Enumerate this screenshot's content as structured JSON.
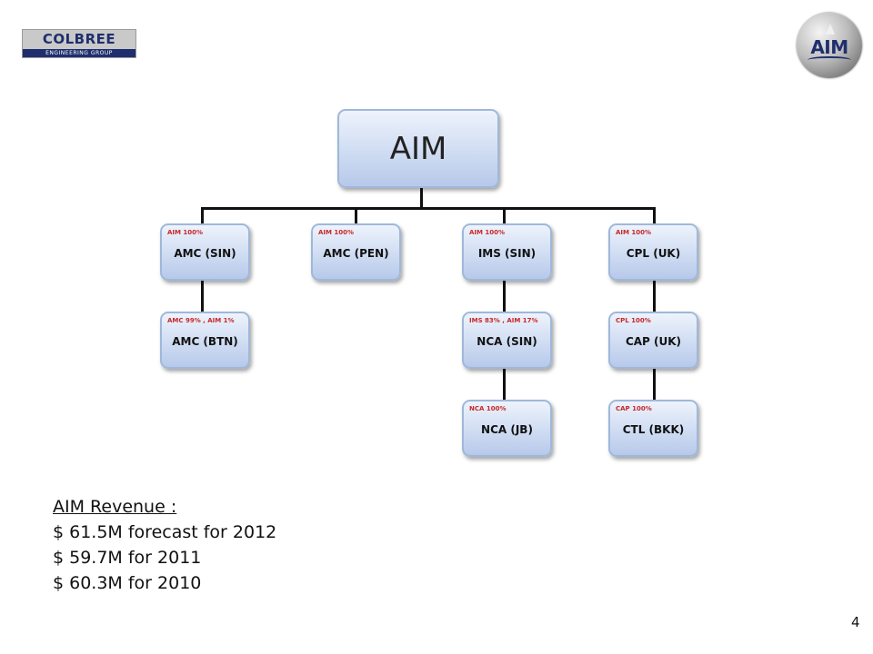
{
  "logos": {
    "left_brand": "COLBREE",
    "left_sub": "ENGINEERING GROUP",
    "right_brand": "AIM"
  },
  "org_chart": {
    "root": "AIM",
    "children": [
      {
        "ownership": "AIM 100%",
        "name": "AMC (SIN)",
        "children": [
          {
            "ownership": "AMC 99% , AIM 1%",
            "name": "AMC (BTN)"
          }
        ]
      },
      {
        "ownership": "AIM 100%",
        "name": "AMC (PEN)",
        "children": []
      },
      {
        "ownership": "AIM 100%",
        "name": "IMS (SIN)",
        "children": [
          {
            "ownership": "IMS 83% , AIM 17%",
            "name": "NCA (SIN)"
          },
          {
            "ownership": "NCA 100%",
            "name": "NCA (JB)"
          }
        ]
      },
      {
        "ownership": "AIM 100%",
        "name": "CPL (UK)",
        "children": [
          {
            "ownership": "CPL 100%",
            "name": "CAP (UK)"
          },
          {
            "ownership": "CAP 100%",
            "name": "CTL (BKK)"
          }
        ]
      }
    ]
  },
  "revenue": {
    "title": "AIM Revenue :",
    "lines": [
      "$ 61.5M forecast for 2012",
      "$ 59.7M for 2011",
      "$ 60.3M for 2010"
    ]
  },
  "page_number": "4",
  "colors": {
    "box_border": "#9fb8da",
    "box_fill": "#cfdcf2",
    "ownership_text": "#c62828",
    "connector": "#111111",
    "brand_navy": "#1f2f6e"
  }
}
